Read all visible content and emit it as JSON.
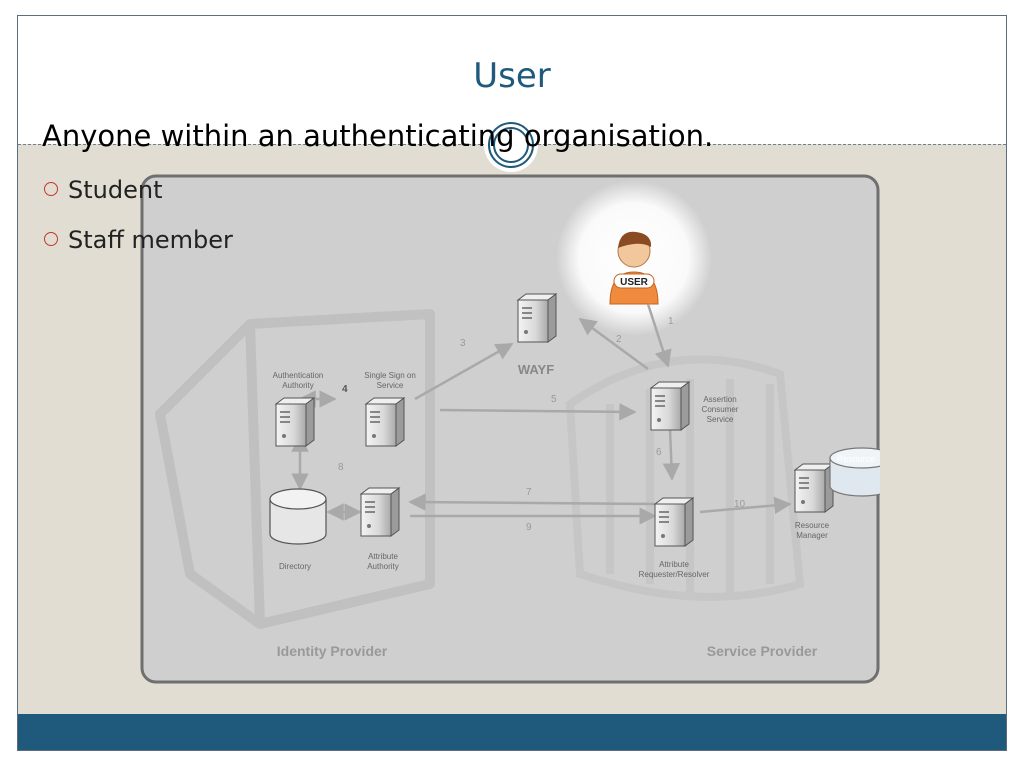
{
  "slide": {
    "title": "User",
    "heading": "Anyone within an authenticating organisation.",
    "bullets": [
      "Student",
      "Staff member"
    ],
    "colors": {
      "title": "#1f5a7c",
      "footer": "#1f5a7c",
      "bullet_marker": "#c0392b",
      "body_background": "#e2ddd2"
    }
  },
  "diagram": {
    "user_badge": "USER",
    "wayf": "WAYF",
    "identity_provider": "Identity Provider",
    "service_provider": "Service Provider",
    "authentication_authority": [
      "Authentication",
      "Authority"
    ],
    "single_sign_on": [
      "Single Sign on",
      "Service"
    ],
    "directory": "Directory",
    "attribute_authority": [
      "Attribute",
      "Authority"
    ],
    "assertion_consumer": [
      "Assertion",
      "Consumer",
      "Service"
    ],
    "attribute_requester": [
      "Attribute",
      "Requester/Resolver"
    ],
    "resource_manager": [
      "Resource",
      "Manager"
    ],
    "resource": "Resource",
    "steps": {
      "s1": "1",
      "s2": "2",
      "s3": "3",
      "s4": "4",
      "s5": "5",
      "s6": "6",
      "s7": "7",
      "s8": "8",
      "s9": "9",
      "s10": "10"
    }
  }
}
